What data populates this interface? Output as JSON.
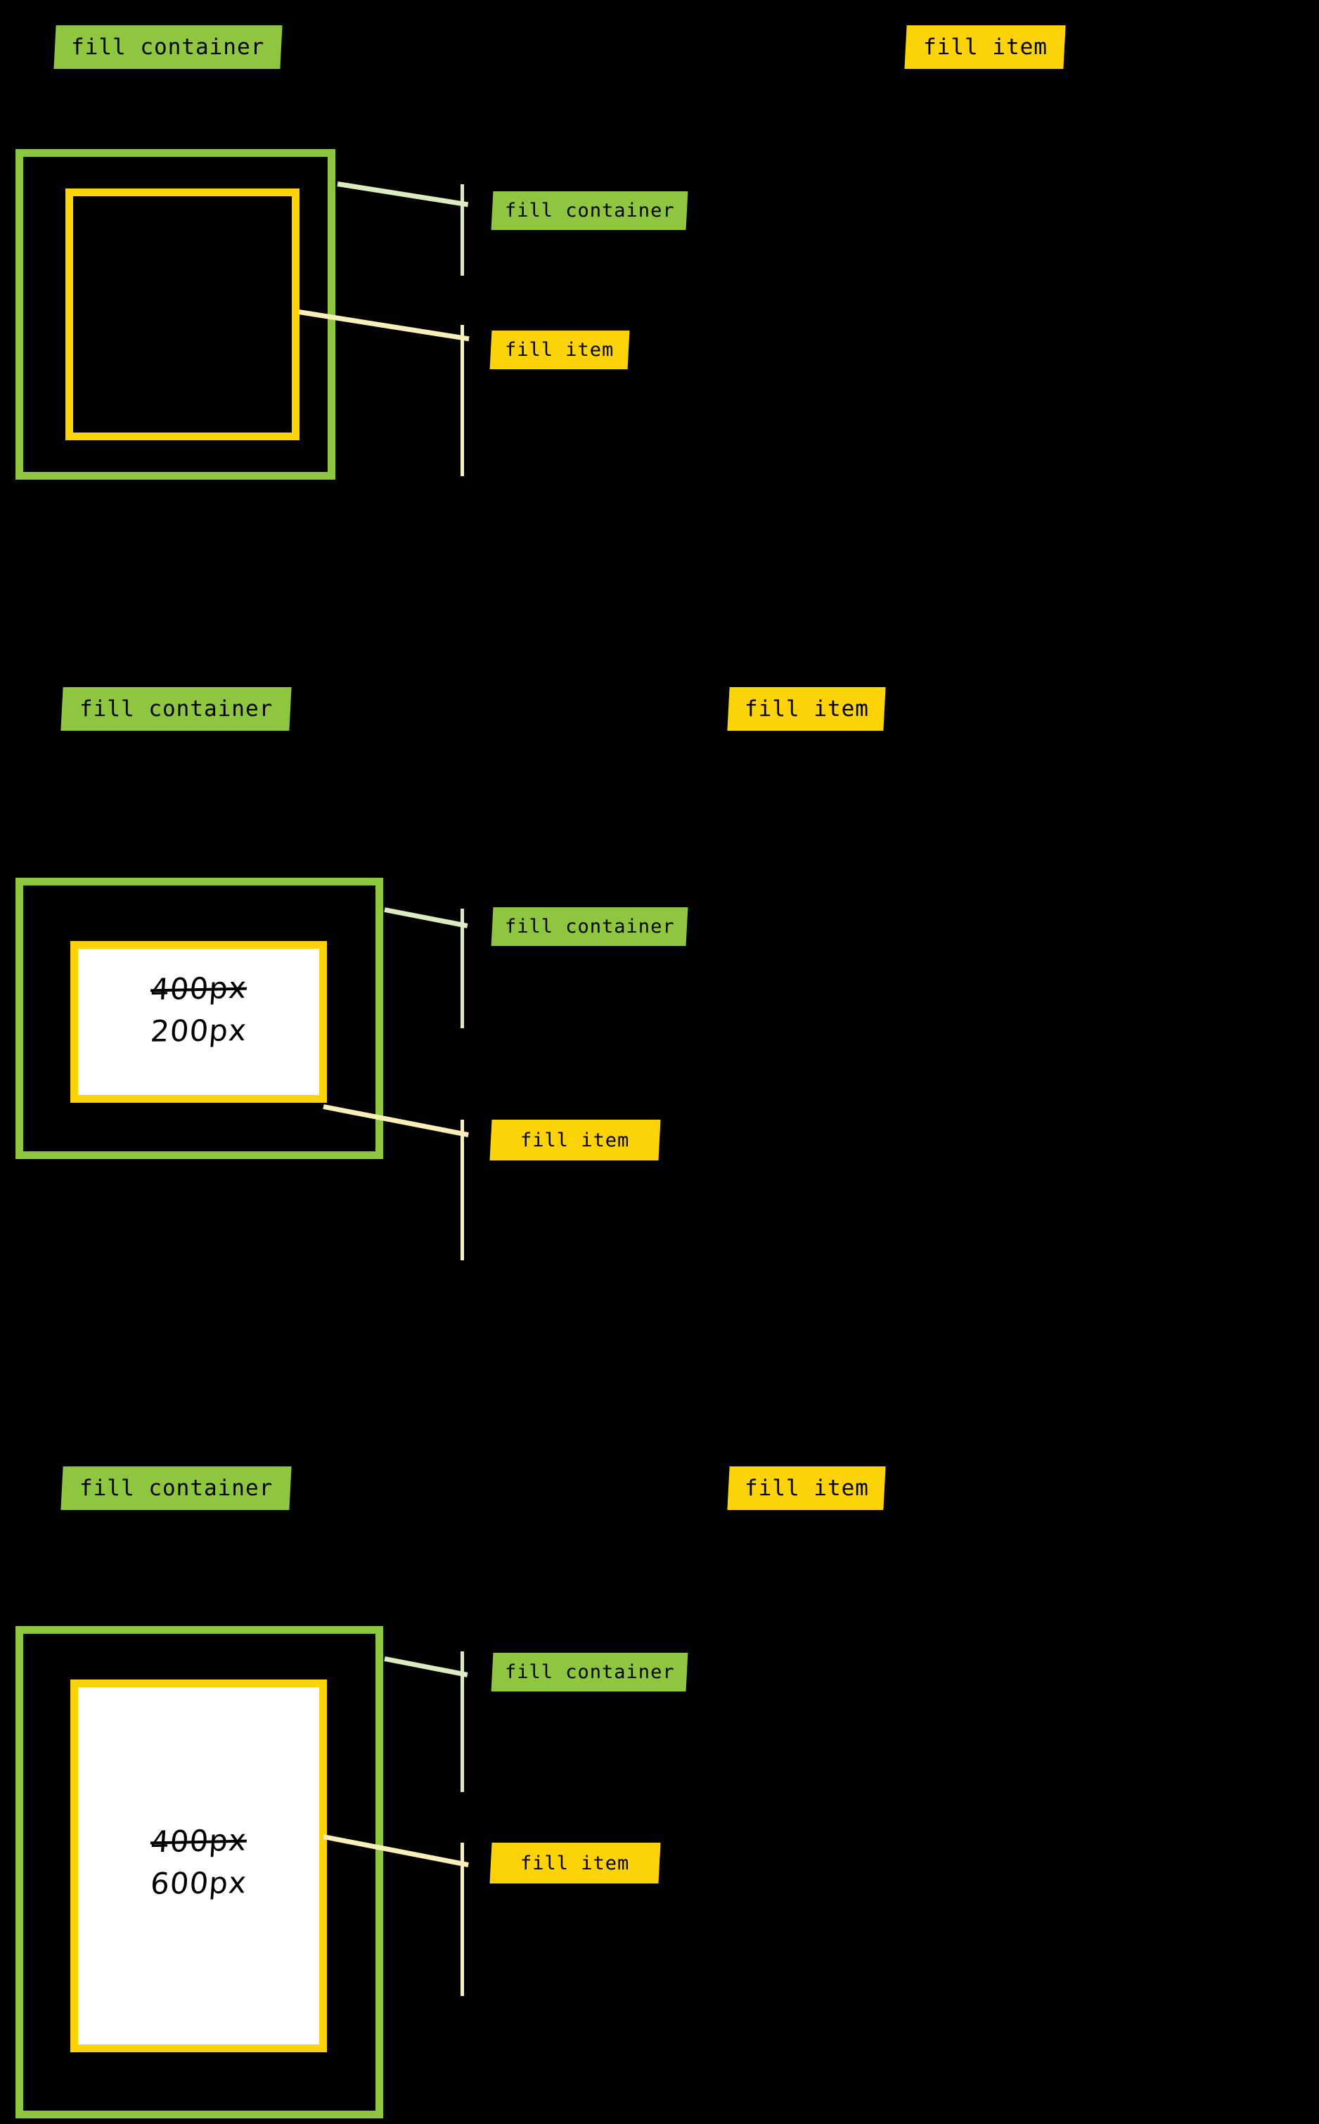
{
  "page": {
    "background": "#000000",
    "colors": {
      "green": "#8cc63f",
      "yellow": "#fbd307",
      "green_leader": "#dcebc0",
      "yellow_leader": "#faefb8",
      "fill_white": "#ffffff",
      "text": "#000000"
    }
  },
  "labels": {
    "fill_container": "fill container",
    "fill_item": "fill item"
  },
  "sections": [
    {
      "id": "section-1",
      "headings": {
        "container": "fill container",
        "item": "fill item"
      },
      "callouts": {
        "container": "fill container",
        "item": "fill item"
      },
      "dimensions": {
        "has_dimensions": false,
        "old": "",
        "new": ""
      },
      "item_filled": false
    },
    {
      "id": "section-2",
      "headings": {
        "container": "fill container",
        "item": "fill item"
      },
      "callouts": {
        "container": "fill container",
        "item": "fill item"
      },
      "dimensions": {
        "has_dimensions": true,
        "old": "400px",
        "new": "200px"
      },
      "item_filled": true
    },
    {
      "id": "section-3",
      "headings": {
        "container": "fill container",
        "item": "fill item"
      },
      "callouts": {
        "container": "fill container",
        "item": "fill item"
      },
      "dimensions": {
        "has_dimensions": true,
        "old": "400px",
        "new": "600px"
      },
      "item_filled": true
    }
  ]
}
